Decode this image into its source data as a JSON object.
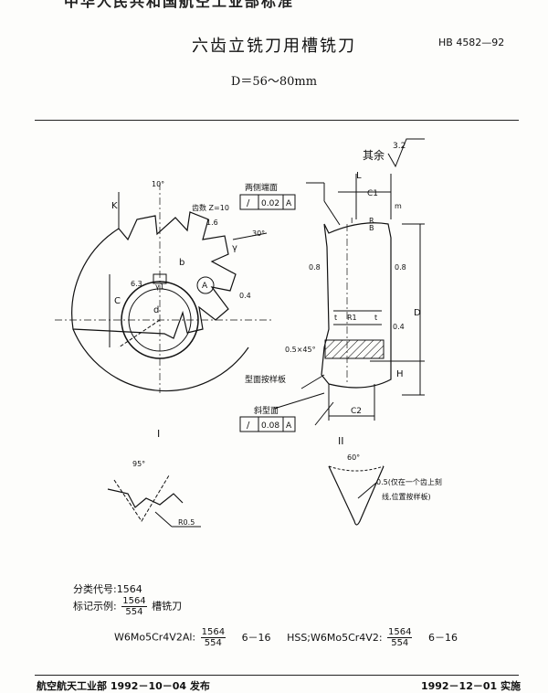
{
  "header": {
    "top_cut_text": "中华人民共和国航空工业部标准",
    "title": "六齿立铣刀用槽铣刀",
    "standard_code": "HB 4582—92",
    "subtitle": "D＝56～80mm"
  },
  "drawing": {
    "roughness_note": "其余",
    "roughness_value": "3.2",
    "left_view": {
      "angle_top": "10°",
      "k_label": "K",
      "teeth_label": "齿数 Z=10",
      "dim_16": "1.6",
      "angle_30": "30°",
      "gamma": "γ",
      "b_label": "b",
      "dim_63": "6.3",
      "gamma1": "γ1",
      "a_circle": "A",
      "c_label": "C",
      "d_label": "d",
      "dim_04": "0.4",
      "view_mark": "I"
    },
    "right_view": {
      "end_face_label": "两侧端面",
      "tol_symbol": "/",
      "tol_value": "0.02",
      "tol_ref": "A",
      "l_label": "L",
      "c1_label": "C1",
      "m_label": "m",
      "i_label": "I",
      "r_label": "R",
      "b1": "B",
      "dim_08a": "0.8",
      "dim_08b": "0.8",
      "d_big": "D",
      "r1": "R1",
      "t1": "t",
      "t2": "t",
      "dim_04b": "0.4",
      "chamfer": "0.5×45°",
      "h_label": "H",
      "c2_label": "C2",
      "profile_label": "型面按样板",
      "side_face_label": "斜型面",
      "tol2_symbol": "/",
      "tol2_value": "0.08",
      "tol2_ref": "A",
      "view_mark": "II"
    },
    "detail_i": {
      "angle": "95°",
      "radius": "R0.5"
    },
    "detail_ii": {
      "angle": "60°",
      "note_line1": "0.5(仅在一个齿上刻",
      "note_line2": "线,位置按样板)"
    }
  },
  "notes": {
    "class_code": "分类代号:1564",
    "mark_example": "标记示例:",
    "frac_num": "1564",
    "frac_den": "554",
    "mark_suffix": "槽铣刀",
    "mat1": "W6Mo5Cr4V2Al:",
    "mat1_tail": "6－16",
    "mat2": "HSS;W6Mo5Cr4V2:",
    "mat2_tail": "6－16"
  },
  "footer": {
    "left": "航空航天工业部 1992－10－04 发布",
    "right": "1992－12－01 实施"
  }
}
